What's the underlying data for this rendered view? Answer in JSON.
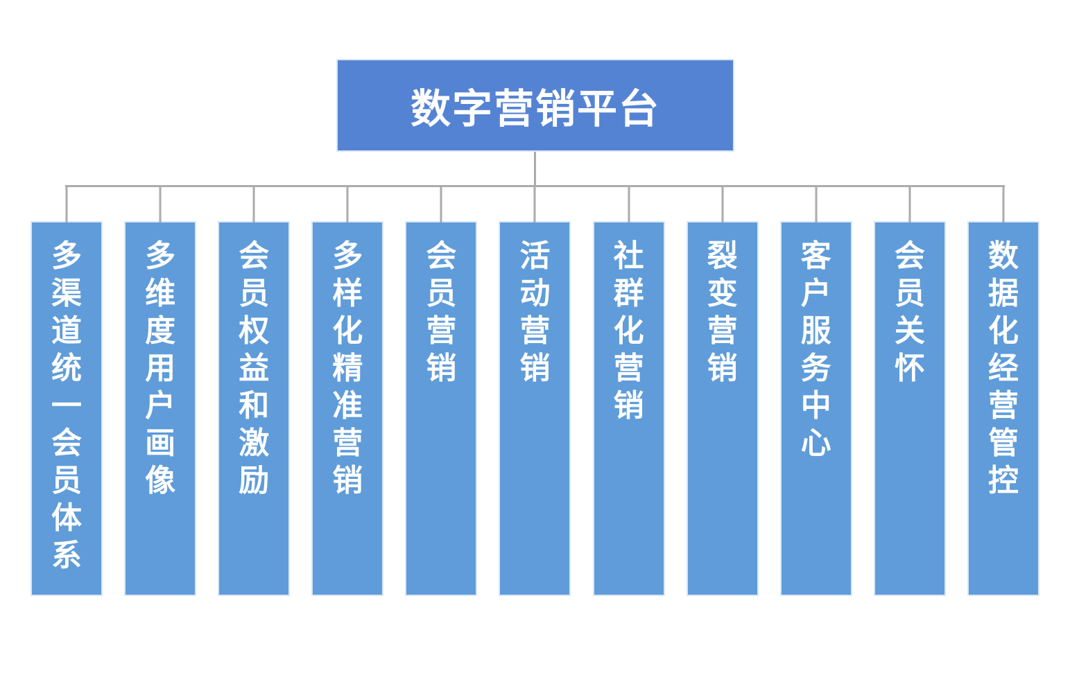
{
  "diagram": {
    "root": {
      "label": "数字营销平台"
    },
    "children": [
      {
        "id": "multi-channel-unified-member-system",
        "label": "多渠道统一会员体系"
      },
      {
        "id": "multi-dimension-user-profile",
        "label": "多维度用户画像"
      },
      {
        "id": "member-benefits-and-incentives",
        "label": "会员权益和激励"
      },
      {
        "id": "diversified-precision-marketing",
        "label": "多样化精准营销"
      },
      {
        "id": "member-marketing",
        "label": "会员营销"
      },
      {
        "id": "campaign-marketing",
        "label": "活动营销"
      },
      {
        "id": "community-marketing",
        "label": "社群化营销"
      },
      {
        "id": "fission-marketing",
        "label": "裂变营销"
      },
      {
        "id": "customer-service-center",
        "label": "客户服务中心"
      },
      {
        "id": "member-care",
        "label": "会员关怀"
      },
      {
        "id": "data-driven-operation-control",
        "label": "数据化经营管控"
      }
    ]
  },
  "colors": {
    "root_fill": "#5583D4",
    "child_fill": "#5F9CD9",
    "connector": "#ABABAB",
    "box_border": "#D9E7F7",
    "text": "#FFFFFF",
    "background": "#FFFFFF"
  }
}
